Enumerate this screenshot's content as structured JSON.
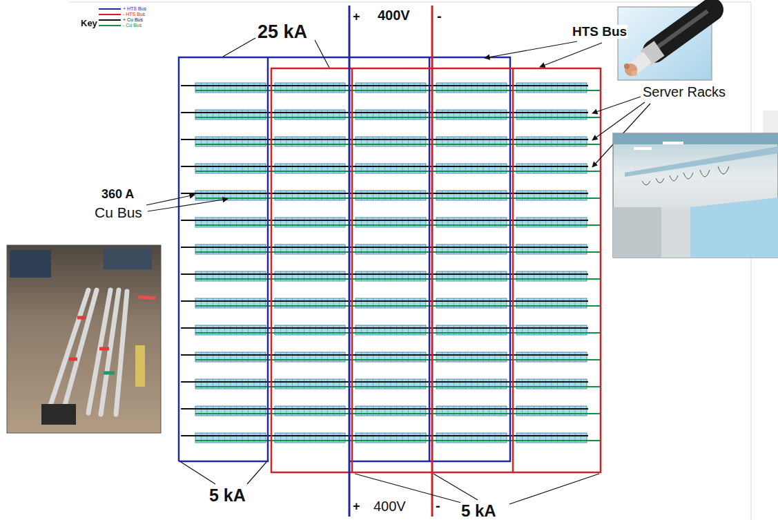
{
  "diagram": {
    "labels": [
      "Key",
      "25 kA",
      "+",
      "400V",
      "-",
      "HTS Bus",
      "Server Racks",
      "360 A",
      "Cu Bus",
      "5 kA",
      "+",
      "400V",
      "-",
      "5 kA"
    ],
    "legend": [
      {
        "text": "+ HTS Bus",
        "color": "#1f2a9c"
      },
      {
        "text": "- HTS Bus",
        "color": "#cc2229"
      },
      {
        "text": "+ Cu Bus",
        "color": "#111111"
      },
      {
        "text": "- Cu Bus",
        "color": "#11904a"
      }
    ]
  }
}
